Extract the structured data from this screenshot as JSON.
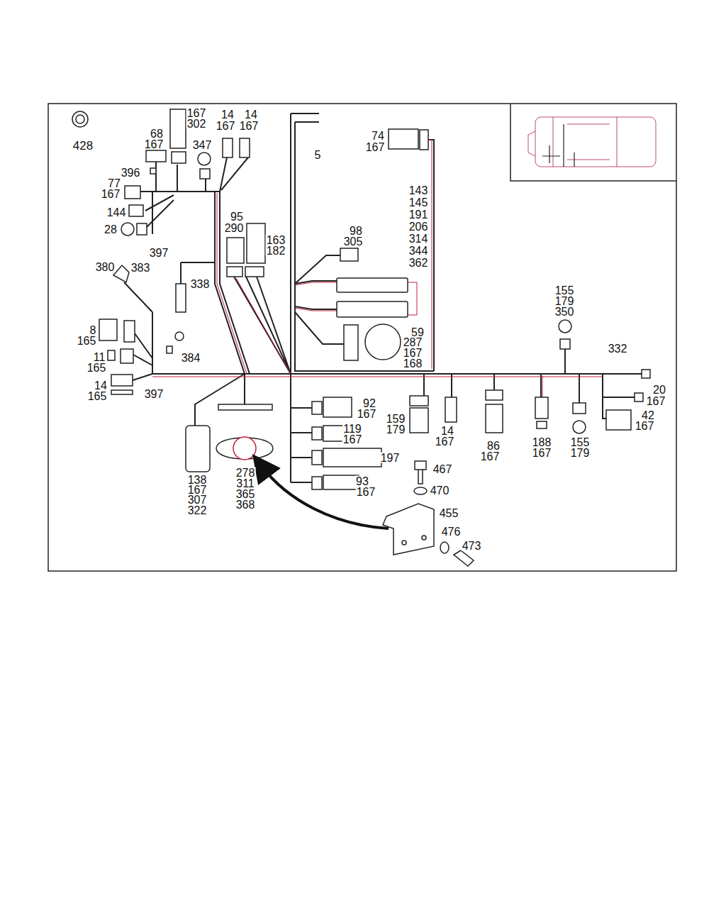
{
  "diagram": {
    "nodes": [
      {
        "text": [
          "428"
        ]
      }
    ],
    "edges": [],
    "labels": [
      "167",
      "302",
      "14",
      "167",
      "14",
      "167",
      "68",
      "167",
      "347",
      "396",
      "77",
      "167",
      "144",
      "28",
      "397",
      "5",
      "74",
      "167",
      "143",
      "145",
      "191",
      "206",
      "314",
      "344",
      "362",
      "98",
      "305",
      "95",
      "290",
      "163",
      "182",
      "380",
      "383",
      "338",
      "8",
      "165",
      "384",
      "11",
      "165",
      "14",
      "165",
      "397",
      "59",
      "287",
      "167",
      "168",
      "155",
      "179",
      "350",
      "332",
      "20",
      "167",
      "42",
      "167",
      "92",
      "167",
      "119",
      "167",
      "197",
      "93",
      "167",
      "159",
      "179",
      "14",
      "167",
      "86",
      "167",
      "188",
      "167",
      "155",
      "179",
      "467",
      "470",
      "455",
      "476",
      "473",
      "138",
      "167",
      "307",
      "322",
      "278",
      "311",
      "365",
      "368"
    ]
  }
}
